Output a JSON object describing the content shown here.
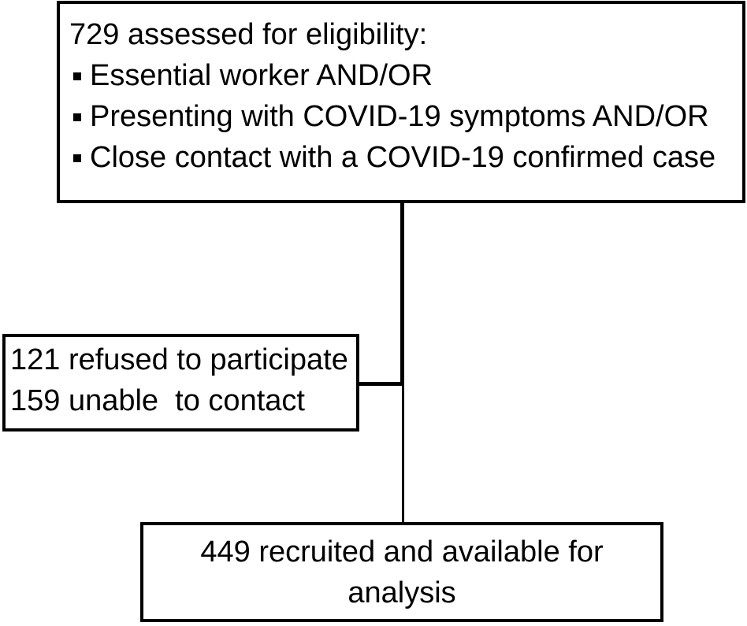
{
  "diagram": {
    "type": "participant-flow-diagram",
    "background_color": "#ffffff",
    "line_color": "#000000",
    "text_color": "#000000",
    "assessed_box": {
      "heading": "729 assessed for eligibility:",
      "bullet_icon": {
        "name": "square-bullet",
        "glyph": "▪"
      },
      "bullets": [
        "Essential worker AND/OR",
        "Presenting with COVID-19 symptoms AND/OR",
        "Close contact with a COVID-19 confirmed case"
      ]
    },
    "excluded_box": {
      "lines": [
        "121 refused to participate",
        "159 unable  to contact"
      ]
    },
    "recruited_box": {
      "text": "449 recruited and available for analysis"
    }
  }
}
